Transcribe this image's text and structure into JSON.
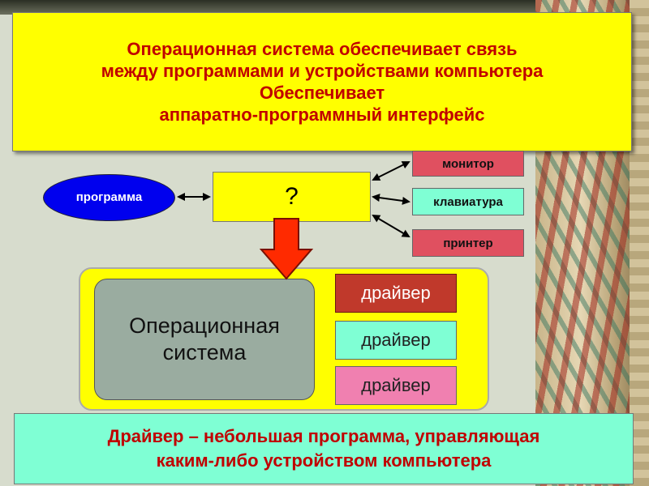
{
  "top_banner": {
    "line1": "Операционная система обеспечивает связь",
    "line2": "между программами и устройствами компьютера",
    "line3": "Обеспечивает",
    "line4": "аппаратно-программный интерфейс"
  },
  "program_label": "программа",
  "question_mark": "?",
  "devices": {
    "monitor": "монитор",
    "keyboard": "клавиатура",
    "printer": "принтер"
  },
  "os": {
    "line1": "Операционная",
    "line2": "система"
  },
  "drivers": [
    "драйвер",
    "драйвер",
    "драйвер"
  ],
  "bottom_banner": {
    "line1": "Драйвер – небольшая программа, управляющая",
    "line2": "каким-либо устройством компьютера"
  },
  "colors": {
    "banner_yellow": "#ffff00",
    "text_red": "#c00000",
    "program_blue": "#0000ee",
    "device_red": "#e05060",
    "device_aqua": "#7fffd4",
    "driver_red": "#c0392b",
    "driver_pink": "#f080b0",
    "os_gray": "#9aaca0",
    "arrow_red": "#ff2a00"
  }
}
